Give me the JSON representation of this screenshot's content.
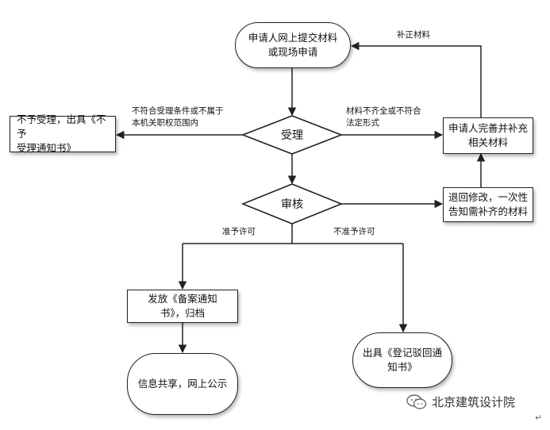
{
  "nodes": {
    "apply": "申请人网上提交材料\n或现场申请",
    "reject_notice": "不予受理，出具《不予\n受理通知书》",
    "accept": "受理",
    "complete": "申请人完善并补充\n相关材料",
    "review": "审核",
    "return": "退回修改，一次性\n告知需补齐的材料",
    "issue": "发放《备案通知\n书》，归档",
    "reject_reg": "出具《登记驳回通\n知书》",
    "share": "信息共享，网上公示"
  },
  "edges": {
    "supplement": "补正材料",
    "not_qualified": "不符合受理条件或不属于\n本机关职权范围内",
    "incomplete": "材料不齐全或不符合\n法定形式",
    "approve": "准予许可",
    "deny": "不准予许可"
  },
  "watermark": {
    "text": "北京建筑设计院",
    "icon": "wechat-icon"
  },
  "colors": {
    "line": "#222222",
    "background": "#ffffff"
  }
}
